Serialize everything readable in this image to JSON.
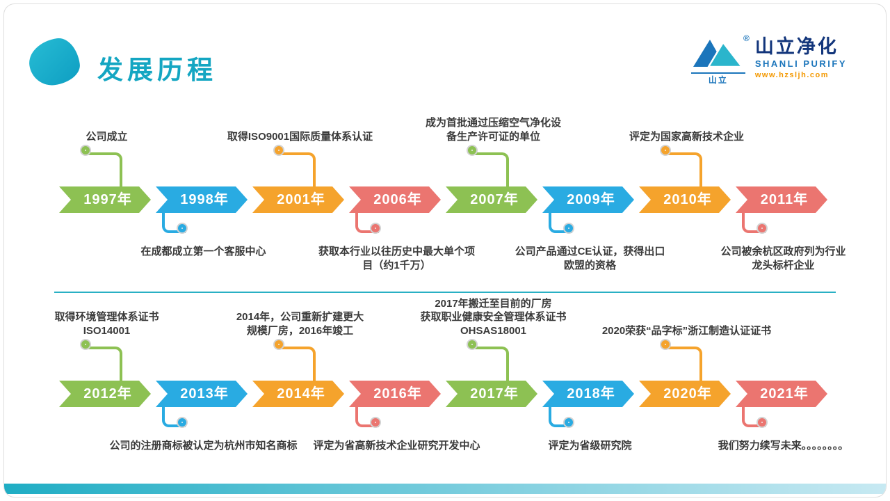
{
  "slide": {
    "title": "发展历程",
    "logo": {
      "icon_label": "山立",
      "registered": "®",
      "brand_cn": "山立净化",
      "brand_en": "SHANLI PURIFY",
      "website": "www.hzsljh.com"
    },
    "colors": {
      "green": "#8dc153",
      "blue": "#29abe2",
      "orange": "#f5a32c",
      "red": "#eb7570",
      "teal": "#14a6c2"
    },
    "timeline": {
      "rows": [
        {
          "milestones": [
            {
              "year": "1997年",
              "color": "green",
              "position": "above",
              "label": "公司成立"
            },
            {
              "year": "1998年",
              "color": "blue",
              "position": "below",
              "label": "在成都成立第一个客服中心"
            },
            {
              "year": "2001年",
              "color": "orange",
              "position": "above",
              "label": "取得ISO9001国际质量体系认证"
            },
            {
              "year": "2006年",
              "color": "red",
              "position": "below",
              "label": "获取本行业以往历史中最大单个项\n目（约1千万）"
            },
            {
              "year": "2007年",
              "color": "green",
              "position": "above",
              "label": "成为首批通过压缩空气净化设\n备生产许可证的单位"
            },
            {
              "year": "2009年",
              "color": "blue",
              "position": "below",
              "label": "公司产品通过CE认证，获得出口\n欧盟的资格"
            },
            {
              "year": "2010年",
              "color": "orange",
              "position": "above",
              "label": "评定为国家高新技术企业"
            },
            {
              "year": "2011年",
              "color": "red",
              "position": "below",
              "label": "公司被余杭区政府列为行业\n龙头标杆企业"
            }
          ]
        },
        {
          "milestones": [
            {
              "year": "2012年",
              "color": "green",
              "position": "above",
              "label": "取得环境管理体系证书\nISO14001"
            },
            {
              "year": "2013年",
              "color": "blue",
              "position": "below",
              "label": "公司的注册商标被认定为杭州市知名商标"
            },
            {
              "year": "2014年",
              "color": "orange",
              "position": "above",
              "label": "2014年，公司重新扩建更大\n规模厂房，2016年竣工"
            },
            {
              "year": "2016年",
              "color": "red",
              "position": "below",
              "label": "评定为省高新技术企业研究开发中心"
            },
            {
              "year": "2017年",
              "color": "green",
              "position": "above",
              "label": "2017年搬迁至目前的厂房\n获取职业健康安全管理体系证书\nOHSAS18001"
            },
            {
              "year": "2018年",
              "color": "blue",
              "position": "below",
              "label": "评定为省级研究院"
            },
            {
              "year": "2020年",
              "color": "orange",
              "position": "above",
              "label": "2020荣获“品字标”浙江制造认证证书"
            },
            {
              "year": "2021年",
              "color": "red",
              "position": "below",
              "label": "我们努力续写未来。。。。。。。。"
            }
          ]
        }
      ]
    }
  }
}
